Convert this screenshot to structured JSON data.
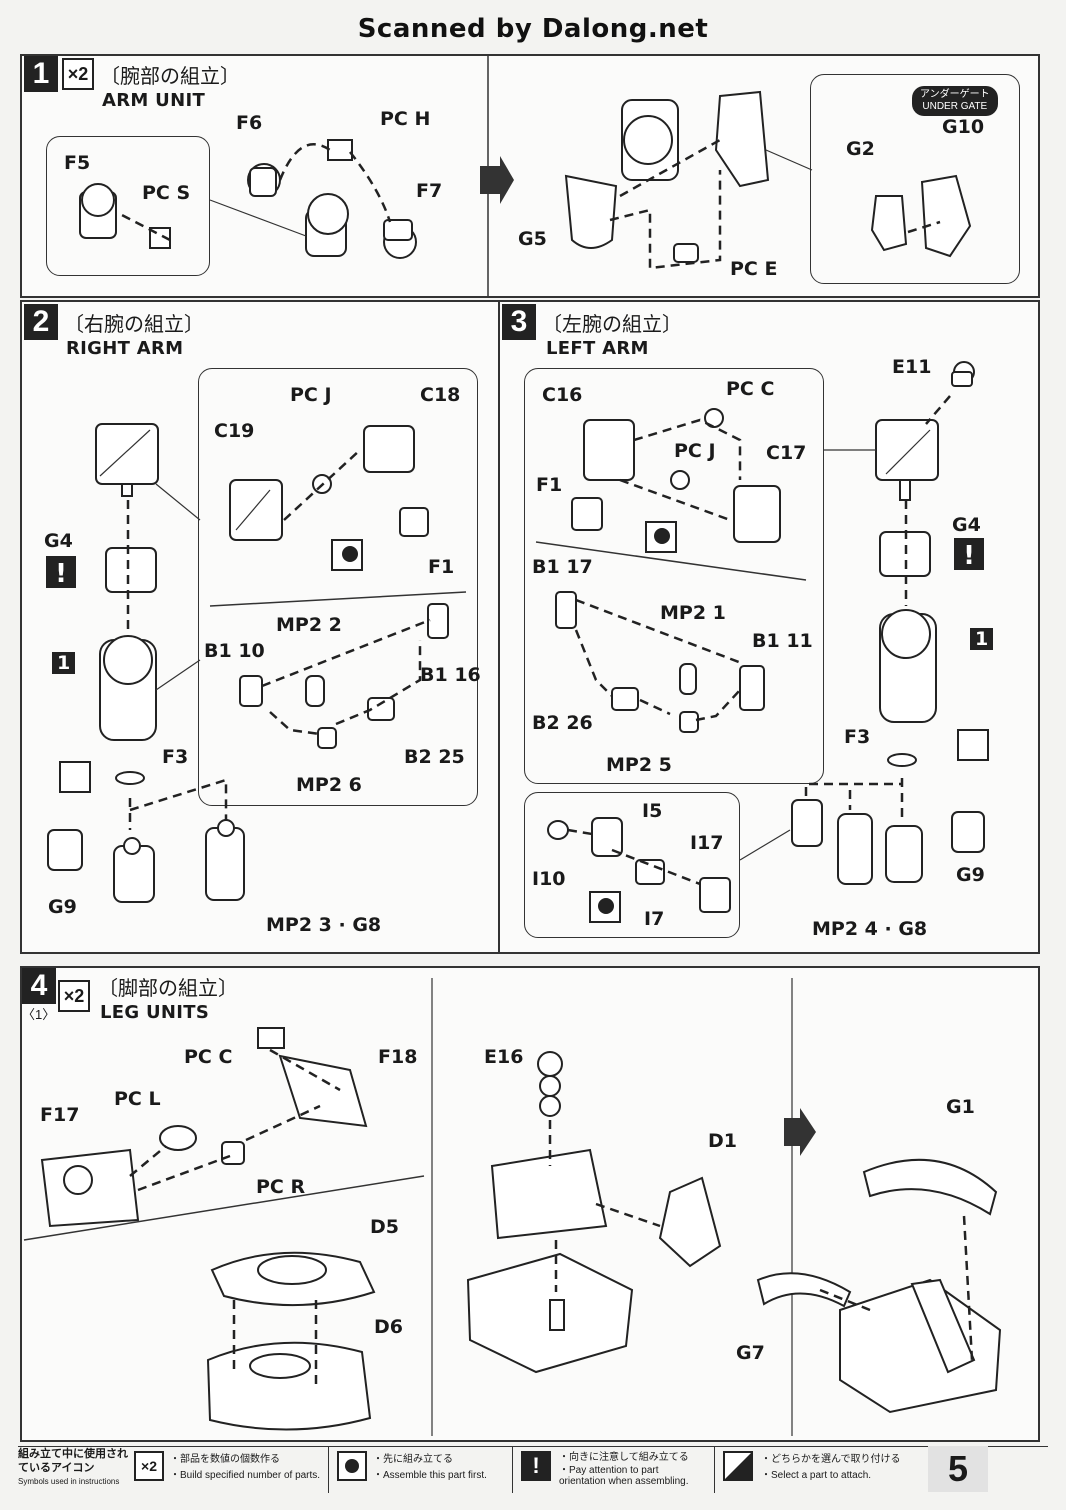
{
  "watermark": "Scanned by Dalong.net",
  "page_number": "5",
  "steps": {
    "s1": {
      "num": "1",
      "mult": "×2",
      "jp": "〔腕部の組立〕",
      "en": "ARM UNIT",
      "labels": [
        "F5",
        "PC S",
        "F6",
        "PC H",
        "F7",
        "G5",
        "PC E",
        "G2",
        "G10"
      ],
      "under_gate_jp": "アンダーゲート",
      "under_gate_en": "UNDER GATE"
    },
    "s2": {
      "num": "2",
      "jp": "〔右腕の組立〕",
      "en": "RIGHT ARM",
      "labels": [
        "PC J",
        "C18",
        "C19",
        "F1",
        "MP2 2",
        "B1 10",
        "B1 16",
        "B2 25",
        "MP2 6",
        "G4",
        "1",
        "F3",
        "G9",
        "MP2 3 · G8"
      ]
    },
    "s3": {
      "num": "3",
      "jp": "〔左腕の組立〕",
      "en": "LEFT ARM",
      "labels": [
        "C16",
        "PC C",
        "PC J",
        "C17",
        "F1",
        "B1 17",
        "MP2 1",
        "B1 11",
        "B2 26",
        "MP2 5",
        "E11",
        "G4",
        "1",
        "F3",
        "G9",
        "MP2 4 · G8",
        "I5",
        "I10",
        "I17",
        "I7"
      ]
    },
    "s4": {
      "num": "4",
      "mult": "×2",
      "substep": "〈1〉",
      "jp": "〔脚部の組立〕",
      "en": "LEG UNITS",
      "labels": [
        "PC C",
        "F18",
        "PC L",
        "F17",
        "PC R",
        "D5",
        "D6",
        "E16",
        "D1",
        "G1",
        "G7"
      ]
    }
  },
  "legend": {
    "title_jp": "組み立て中に使用されているアイコン",
    "title_en": "Symbols used in instructions",
    "items": [
      {
        "icon": "×2",
        "jp": "・部品を数値の個数作る",
        "en": "・Build specified number of parts."
      },
      {
        "icon": "circle",
        "jp": "・先に組み立てる",
        "en": "・Assemble this part first."
      },
      {
        "icon": "!",
        "jp": "・向きに注意して組み立てる",
        "en": "・Pay attention to part orientation when assembling."
      },
      {
        "icon": "choice",
        "jp": "・どちらかを選んで取り付ける",
        "en": "・Select a part to attach."
      }
    ]
  }
}
